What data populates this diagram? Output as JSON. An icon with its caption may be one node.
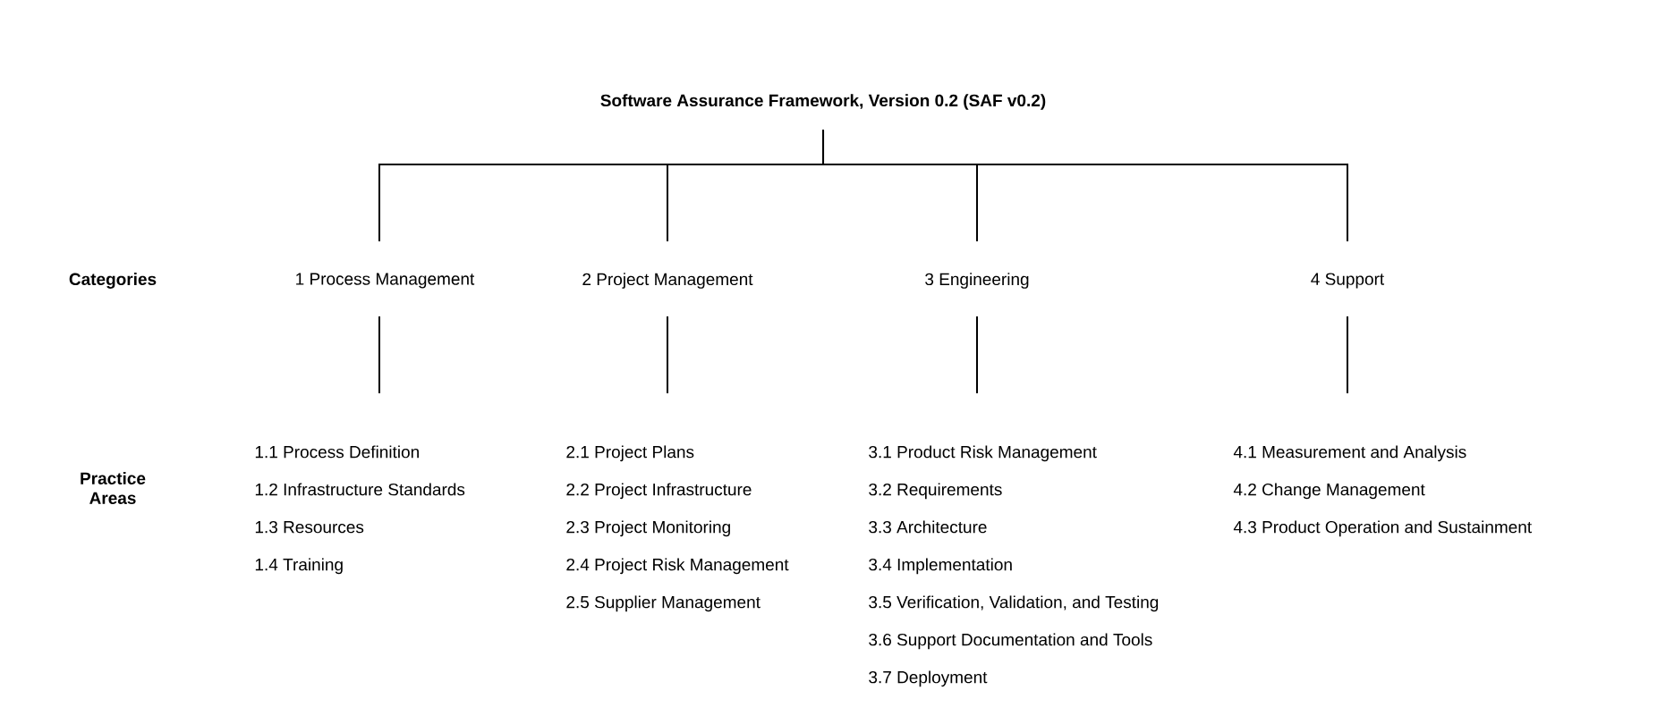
{
  "diagram": {
    "nodes": [
      {
        "text": [
          "Software Assurance Framework, Version 0.2 (SAF v0.2)"
        ]
      },
      {
        "text": [
          "1 Process Management"
        ]
      },
      {
        "text": [
          "2 Project Management"
        ]
      },
      {
        "text": [
          "3 Engineering"
        ]
      },
      {
        "text": [
          "4 Support"
        ]
      },
      {
        "text": [
          "1.1 Process Definition",
          "1.2 Infrastructure Standards",
          "1.3 Resources",
          "1.4 Training"
        ]
      },
      {
        "text": [
          "2.1 Project Plans",
          "2.2 Project Infrastructure",
          "2.3 Project Monitoring",
          "2.4 Project Risk Management",
          "2.5 Supplier Management"
        ]
      },
      {
        "text": [
          "3.1 Product Risk Management",
          "3.2 Requirements",
          "3.3 Architecture",
          "3.4 Implementation",
          "3.5 Verification, Validation, and Testing",
          "3.6 Support Documentation and Tools",
          "3.7 Deployment"
        ]
      },
      {
        "text": [
          "4.1 Measurement and Analysis",
          "4.2 Change Management",
          "4.3 Product Operation and Sustainment"
        ]
      }
    ],
    "edges": [
      {
        "from": 0,
        "to": 1,
        "arrow": "none"
      },
      {
        "from": 0,
        "to": 2,
        "arrow": "none"
      },
      {
        "from": 0,
        "to": 3,
        "arrow": "none"
      },
      {
        "from": 0,
        "to": 4,
        "arrow": "none"
      },
      {
        "from": 1,
        "to": 5,
        "arrow": "none"
      },
      {
        "from": 2,
        "to": 6,
        "arrow": "none"
      },
      {
        "from": 3,
        "to": 7,
        "arrow": "none"
      },
      {
        "from": 4,
        "to": 8,
        "arrow": "none"
      }
    ],
    "labels": [
      "Categories",
      "Practice Areas"
    ]
  }
}
